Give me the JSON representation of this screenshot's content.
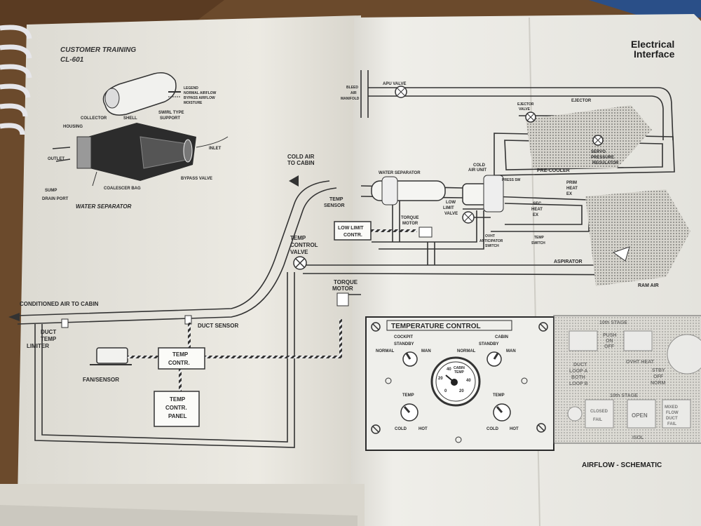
{
  "left_page": {
    "header_line1": "CUSTOMER TRAINING",
    "header_line2": "CL-601",
    "legend": [
      "LEGEND",
      "NORMAL AIRFLOW",
      "BYPASS AIRFLOW",
      "MOISTURE"
    ],
    "separator_labels": {
      "collector": "COLLECTOR",
      "shell": "SHELL",
      "housing": "HOUSING",
      "swirl1": "SWIRL TYPE",
      "swirl2": "SUPPORT",
      "inlet": "INLET",
      "outlet": "OUTLET",
      "sump": "SUMP",
      "drain_port": "DRAIN PORT",
      "coalescer_bag": "COALESCER BAG",
      "bypass_valve": "BYPASS VALVE"
    },
    "separator_title": "WATER SEPARATOR",
    "conditioned_air": "CONDITIONED AIR TO CABIN",
    "duct_temp_limiter": [
      "DUCT",
      "TEMP",
      "LIMITER"
    ],
    "duct_sensor": "DUCT SENSOR",
    "fan_sensor": "FAN/SENSOR",
    "temp_contr": [
      "TEMP",
      "CONTR."
    ],
    "temp_contr_panel": [
      "TEMP",
      "CONTR.",
      "PANEL"
    ],
    "temp_control_valve": [
      "TEMP",
      "CONTROL",
      "VALVE"
    ],
    "torque_motor": [
      "TORQUE",
      "MOTOR"
    ],
    "cold_air_to_cabin": [
      "COLD AIR",
      "TO CABIN"
    ],
    "temp_sensor": [
      "TEMP",
      "SENSOR"
    ],
    "low_limit_contr": [
      "LOW LIMIT",
      "CONTR."
    ]
  },
  "right_page": {
    "title_line1": "Electrical",
    "title_line2": "Interface",
    "bleed_air_manifold": [
      "BLEED",
      "AIR",
      "MANIFOLD"
    ],
    "apu_valve": "APU VALVE",
    "ejector_valve": [
      "EJECTOR",
      "VALVE"
    ],
    "ejector": "EJECTOR",
    "servo_pressure_regulator": [
      "SERVO",
      "PRESSURE",
      "REGULATOR"
    ],
    "pre_cooler": "PRE-COOLER",
    "cold_air_unit": [
      "COLD",
      "AIR UNIT"
    ],
    "water_separator": "WATER SEPARATOR",
    "press_sw": "PRESS SW",
    "prim_heat_ex": [
      "PRIM",
      "HEAT",
      "EX"
    ],
    "sec_heat_ex": [
      "SEC",
      "HEAT",
      "EX"
    ],
    "low_limit_valve": [
      "LOW",
      "LIMIT",
      "VALVE"
    ],
    "torque_motor": [
      "TORQUE",
      "MOTOR"
    ],
    "ovht_switch": [
      "OVHT",
      "ANTICIPATOR",
      "SWITCH"
    ],
    "temp_switch": [
      "TEMP",
      "SWITCH"
    ],
    "aspirator": "ASPIRATOR",
    "ram_air": "RAM AIR",
    "footer": "AIRFLOW - SCHEMATIC"
  },
  "temp_panel": {
    "title": "TEMPERATURE CONTROL",
    "cockpit": "COCKPIT",
    "cabin": "CABIN",
    "standby": "STANDBY",
    "normal": "NORMAL",
    "man": "MAN",
    "gauge_title": [
      "CABIN",
      "TEMP"
    ],
    "gauge_ticks": [
      "40",
      "20",
      "0",
      "20",
      "40"
    ],
    "temp": "TEMP",
    "cold": "COLD",
    "hot": "HOT"
  },
  "bleed_panel": {
    "stage_top": "10th STAGE",
    "push": [
      "PUSH",
      "ON",
      "OFF"
    ],
    "duct_heat": "OVHT HEAT",
    "stby": [
      "STBY",
      "OFF",
      "NORM"
    ],
    "duct_loop": [
      "DUCT",
      "LOOP A",
      "BOTH",
      "LOOP B"
    ],
    "stage_bottom": "10th STAGE",
    "open": "OPEN",
    "fail": [
      "CLOSED",
      "FAIL"
    ],
    "duct_fail": [
      "MIXED",
      "FLOW",
      "DUCT",
      "FAIL"
    ],
    "isol": "ISOL"
  },
  "colors": {
    "table": "#6b4a2c",
    "paper_left": "#eceae3",
    "paper_right": "#eeede8",
    "ink": "#2a2a2a",
    "binding": "#e8e8ea"
  }
}
